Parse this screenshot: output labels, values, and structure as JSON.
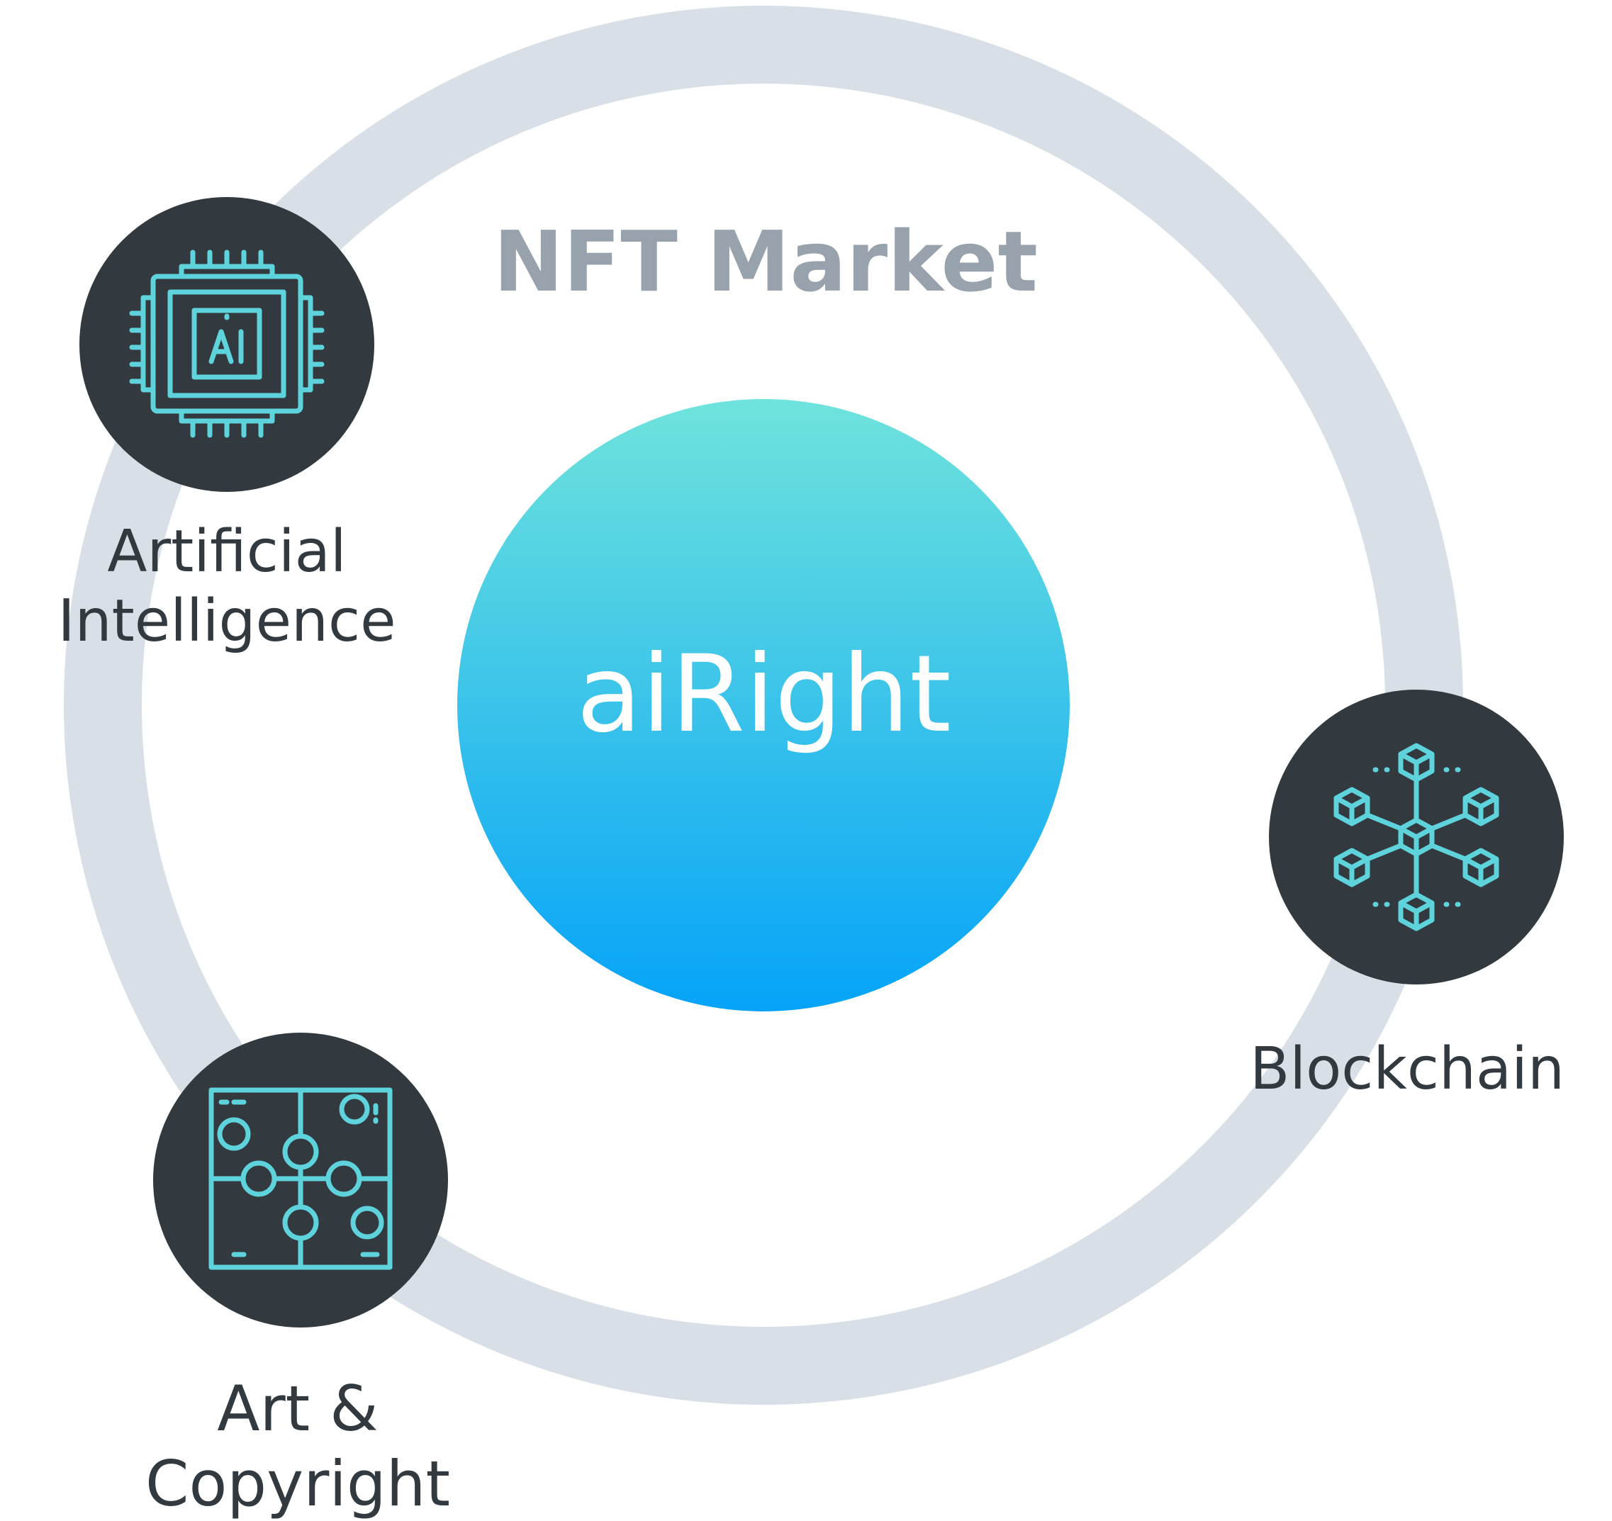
{
  "title": "NFT Market",
  "center": {
    "label": "aiRight"
  },
  "nodes": [
    {
      "id": "ai",
      "icon": "ai-chip-icon",
      "label_lines": [
        "Artificial",
        "Intelligence"
      ]
    },
    {
      "id": "blockchain",
      "icon": "blockchain-cubes-icon",
      "label_lines": [
        "Blockchain"
      ]
    },
    {
      "id": "art",
      "icon": "puzzle-icon",
      "label_lines": [
        "Art &",
        "Copyright"
      ]
    }
  ],
  "colors": {
    "ring": "#d9dfe6",
    "node_fill": "#323a40",
    "icon_stroke": "#5ed3dc",
    "title": "#98a2ad",
    "label": "#323a40",
    "center_gradient_top": "#6fe3dc",
    "center_gradient_bottom": "#05a3f8",
    "center_text": "#ffffff"
  }
}
